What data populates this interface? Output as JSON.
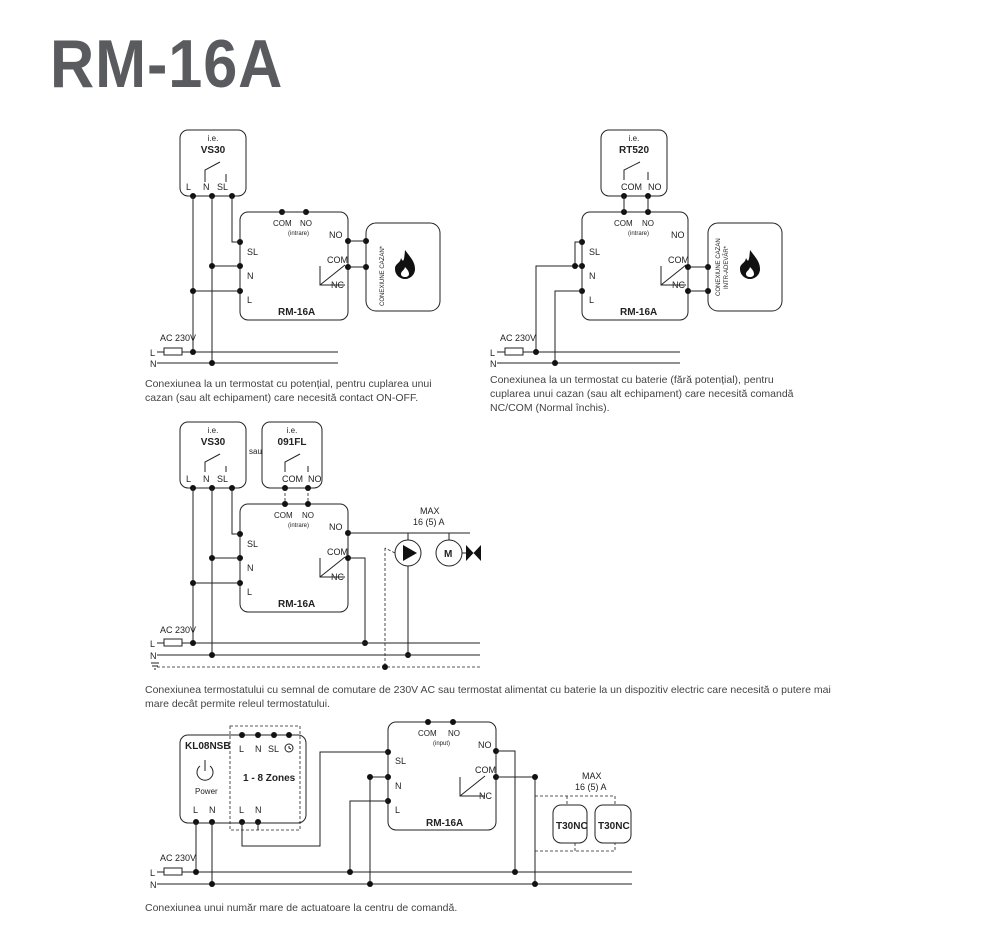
{
  "title": "RM-16A",
  "labels": {
    "ie": "i.e.",
    "vs30": "VS30",
    "rt520": "RT520",
    "f091": "091FL",
    "kl08nsb": "KL08NSB",
    "rm16a": "RM-16A",
    "L": "L",
    "N": "N",
    "SL": "SL",
    "COM": "COM",
    "NO": "NO",
    "NC": "NC",
    "intrare": "(intrare)",
    "input": "(input)",
    "ac230": "AC 230V",
    "sau": "sau",
    "max": "MAX",
    "amp": "16 (5) A",
    "cazan": "CONEXIUNE CAZAN*",
    "cazan2a": "CONEXIUNE CAZAN",
    "cazan2b": "INTR-ADEVĂR*",
    "zones": "1 - 8 Zones",
    "power": "Power",
    "t30nc": "T30NC",
    "M": "M"
  },
  "captions": {
    "c1": "Conexiunea la un termostat cu potențial, pentru cuplarea unui cazan (sau alt echipament) care necesită contact ON-OFF.",
    "c2": "Conexiunea la un termostat cu baterie (fără potențial), pentru cuplarea unui cazan (sau alt echipament) care necesită comandă NC/COM (Normal închis).",
    "c3": "Conexiunea termostatului cu semnal de comutare de 230V AC sau termostat alimentat cu baterie la un dispozitiv electric care necesită o putere mai mare decât permite releul termostatului.",
    "c4": "Conexiunea unui număr mare de actuatoare la centru de comandă."
  },
  "colors": {
    "title": "#5a5b5e",
    "line": "#222222",
    "flame": "#111111"
  }
}
